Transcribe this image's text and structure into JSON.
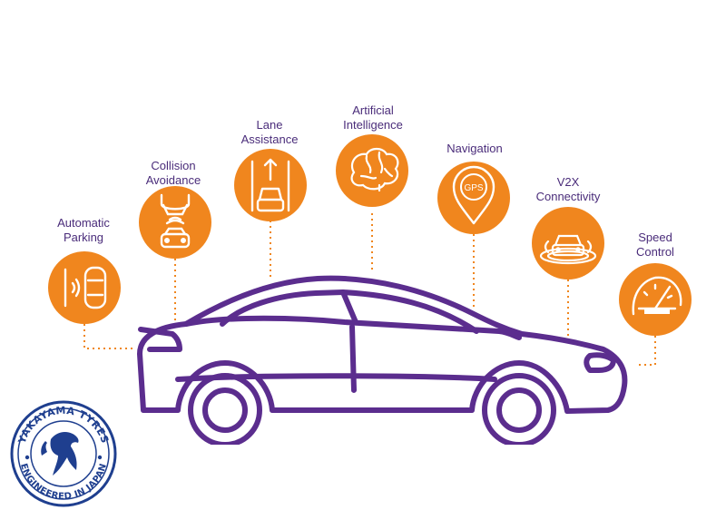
{
  "features": [
    {
      "id": "automatic-parking",
      "label": "Automatic\nParking",
      "icon": "parking-sensor-icon"
    },
    {
      "id": "collision-avoidance",
      "label": "Collision\nAvoidance",
      "icon": "collision-cars-icon"
    },
    {
      "id": "lane-assistance",
      "label": "Lane\nAssistance",
      "icon": "lane-arrow-icon"
    },
    {
      "id": "artificial-intelligence",
      "label": "Artificial\nIntelligence",
      "icon": "brain-icon"
    },
    {
      "id": "navigation",
      "label": "Navigation",
      "icon": "gps-pin-icon",
      "icon_text": "GPS"
    },
    {
      "id": "v2x-connectivity",
      "label": "V2X\nConnectivity",
      "icon": "car-signal-icon"
    },
    {
      "id": "speed-control",
      "label": "Speed\nControl",
      "icon": "speedometer-icon"
    }
  ],
  "logo": {
    "top_text": "YAKAYAMA TYRES",
    "bottom_text": "ENGINEERED IN JAPAN",
    "icon": "horse-icon"
  },
  "colors": {
    "accent": "#f0861e",
    "outline": "#5b2d8e",
    "label": "#4a2c7a",
    "logo_blue": "#1f3f8f"
  }
}
